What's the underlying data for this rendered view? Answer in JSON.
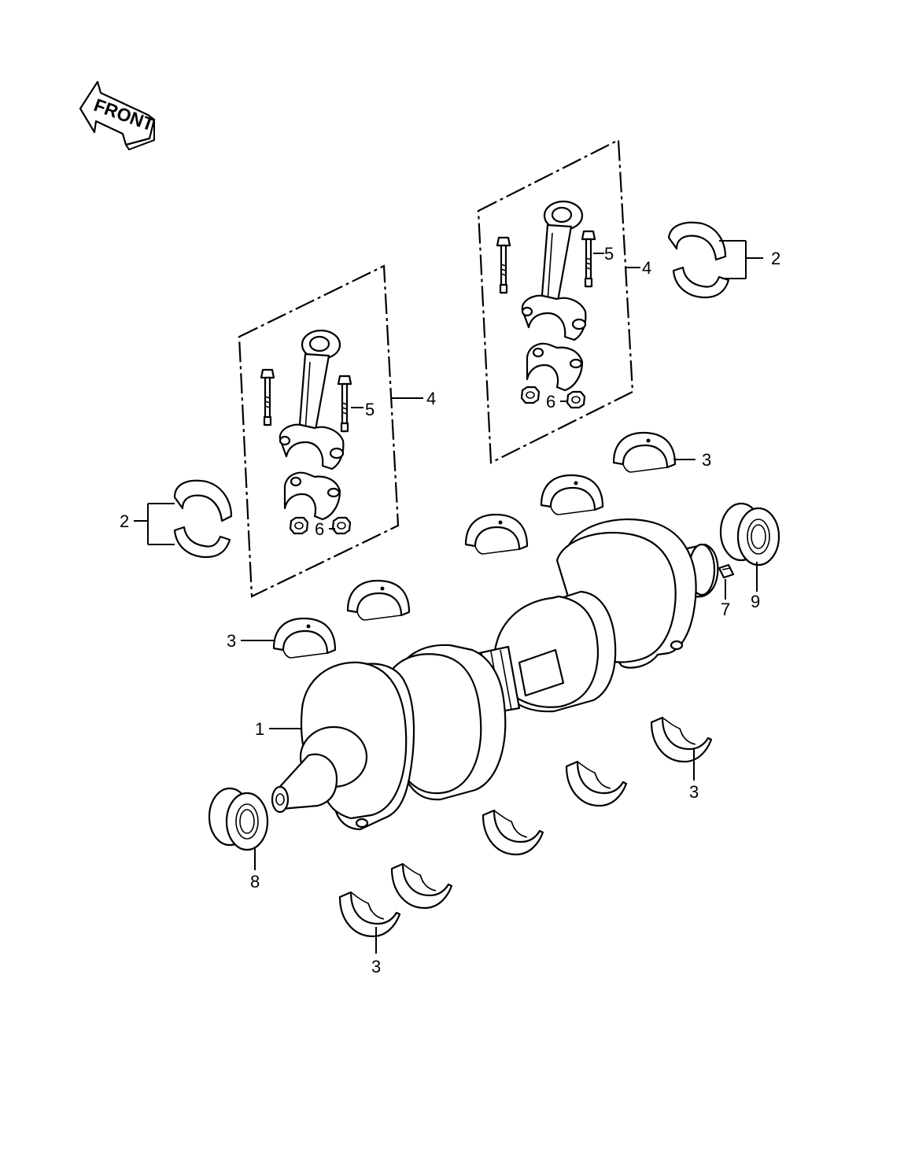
{
  "front_label": "FRONT",
  "callouts": {
    "crankshaft": "1",
    "bearing_upper_left": "2",
    "bearing_upper_right": "2",
    "main_bearing_a": "3",
    "main_bearing_b": "3",
    "main_bearing_c": "3",
    "main_bearing_d": "3",
    "rod_assembly_left": "4",
    "rod_assembly_right": "4",
    "rod_bolt_left": "5",
    "rod_bolt_right": "5",
    "rod_nut_left": "6",
    "rod_nut_right": "6",
    "key": "7",
    "oil_seal_left": "8",
    "oil_seal_right": "9"
  }
}
